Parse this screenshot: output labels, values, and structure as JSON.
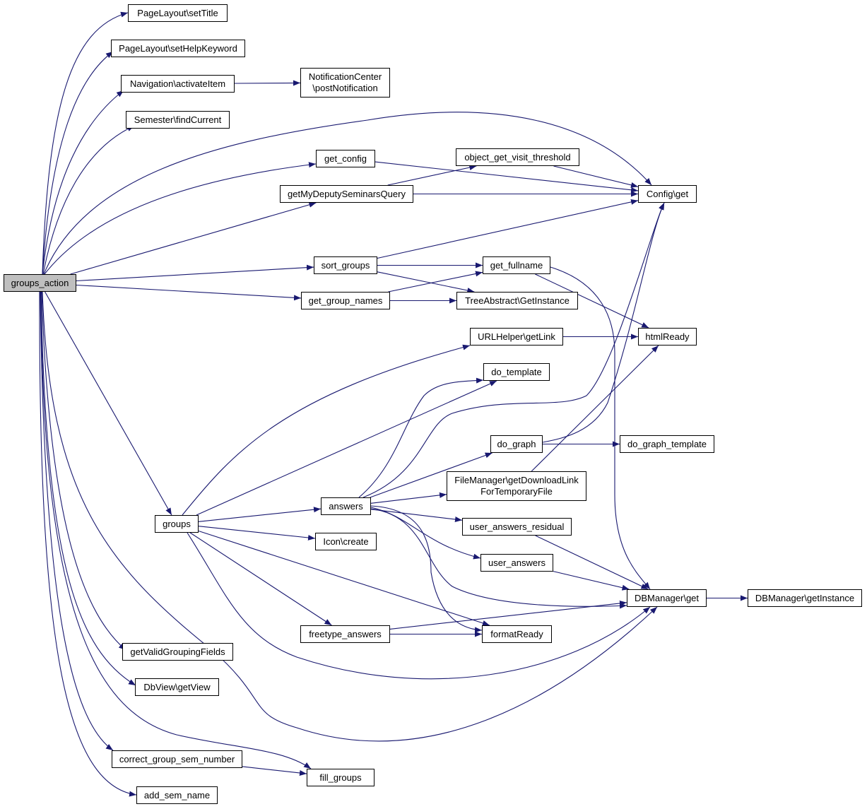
{
  "graph": {
    "edge_color": "#191970",
    "root_fill": "#bfbfbf",
    "nodes": {
      "groups_action": {
        "label": "groups_action",
        "root": true
      },
      "setTitle": {
        "label": "PageLayout\\setTitle"
      },
      "setHelpKeyword": {
        "label": "PageLayout\\setHelpKeyword"
      },
      "activateItem": {
        "label": "Navigation\\activateItem"
      },
      "postNotification": {
        "lines": [
          "NotificationCenter",
          "\\postNotification"
        ]
      },
      "findCurrent": {
        "label": "Semester\\findCurrent"
      },
      "get_config": {
        "label": "get_config"
      },
      "visit_threshold": {
        "label": "object_get_visit_threshold"
      },
      "deputyQuery": {
        "label": "getMyDeputySeminarsQuery"
      },
      "config_get": {
        "label": "Config\\get"
      },
      "sort_groups": {
        "label": "sort_groups"
      },
      "get_fullname": {
        "label": "get_fullname"
      },
      "get_group_names": {
        "label": "get_group_names"
      },
      "tree_instance": {
        "label": "TreeAbstract\\GetInstance"
      },
      "getLink": {
        "label": "URLHelper\\getLink"
      },
      "htmlReady": {
        "label": "htmlReady"
      },
      "do_template": {
        "label": "do_template"
      },
      "do_graph": {
        "label": "do_graph"
      },
      "do_graph_template": {
        "label": "do_graph_template"
      },
      "download_link": {
        "lines": [
          "FileManager\\getDownloadLink",
          "ForTemporaryFile"
        ]
      },
      "answers": {
        "label": "answers"
      },
      "groups": {
        "label": "groups"
      },
      "residual": {
        "label": "user_answers_residual"
      },
      "user_answers": {
        "label": "user_answers"
      },
      "icon_create": {
        "label": "Icon\\create"
      },
      "db_get": {
        "label": "DBManager\\get"
      },
      "db_instance": {
        "label": "DBManager\\getInstance"
      },
      "freetype": {
        "label": "freetype_answers"
      },
      "formatReady": {
        "label": "formatReady"
      },
      "grouping_fields": {
        "label": "getValidGroupingFields"
      },
      "getView": {
        "label": "DbView\\getView"
      },
      "correct_sem": {
        "label": "correct_group_sem_number"
      },
      "fill_groups": {
        "label": "fill_groups"
      },
      "add_sem_name": {
        "label": "add_sem_name"
      }
    },
    "edges": [
      [
        "groups_action",
        "setTitle"
      ],
      [
        "groups_action",
        "setHelpKeyword"
      ],
      [
        "groups_action",
        "activateItem"
      ],
      [
        "activateItem",
        "postNotification"
      ],
      [
        "groups_action",
        "findCurrent"
      ],
      [
        "groups_action",
        "config_get"
      ],
      [
        "groups_action",
        "get_config"
      ],
      [
        "get_config",
        "config_get"
      ],
      [
        "groups_action",
        "deputyQuery"
      ],
      [
        "deputyQuery",
        "visit_threshold"
      ],
      [
        "deputyQuery",
        "config_get"
      ],
      [
        "visit_threshold",
        "config_get"
      ],
      [
        "groups_action",
        "sort_groups"
      ],
      [
        "sort_groups",
        "config_get"
      ],
      [
        "sort_groups",
        "get_fullname"
      ],
      [
        "sort_groups",
        "tree_instance"
      ],
      [
        "groups_action",
        "get_group_names"
      ],
      [
        "get_group_names",
        "get_fullname"
      ],
      [
        "get_group_names",
        "tree_instance"
      ],
      [
        "get_fullname",
        "htmlReady"
      ],
      [
        "get_fullname",
        "db_get"
      ],
      [
        "getLink",
        "htmlReady"
      ],
      [
        "groups_action",
        "groups"
      ],
      [
        "groups",
        "getLink"
      ],
      [
        "groups",
        "do_template"
      ],
      [
        "groups",
        "answers"
      ],
      [
        "groups",
        "icon_create"
      ],
      [
        "groups",
        "freetype"
      ],
      [
        "groups",
        "formatReady"
      ],
      [
        "groups",
        "db_get"
      ],
      [
        "answers",
        "do_template"
      ],
      [
        "answers",
        "config_get"
      ],
      [
        "answers",
        "do_graph"
      ],
      [
        "answers",
        "download_link"
      ],
      [
        "answers",
        "residual"
      ],
      [
        "answers",
        "user_answers"
      ],
      [
        "answers",
        "db_get"
      ],
      [
        "answers",
        "formatReady"
      ],
      [
        "do_graph",
        "config_get"
      ],
      [
        "do_graph",
        "do_graph_template"
      ],
      [
        "download_link",
        "htmlReady"
      ],
      [
        "residual",
        "db_get"
      ],
      [
        "user_answers",
        "db_get"
      ],
      [
        "db_get",
        "db_instance"
      ],
      [
        "freetype",
        "formatReady"
      ],
      [
        "freetype",
        "db_get"
      ],
      [
        "groups_action",
        "db_get"
      ],
      [
        "groups_action",
        "grouping_fields"
      ],
      [
        "groups_action",
        "getView"
      ],
      [
        "groups_action",
        "correct_sem"
      ],
      [
        "groups_action",
        "fill_groups"
      ],
      [
        "correct_sem",
        "fill_groups"
      ],
      [
        "groups_action",
        "add_sem_name"
      ]
    ]
  }
}
